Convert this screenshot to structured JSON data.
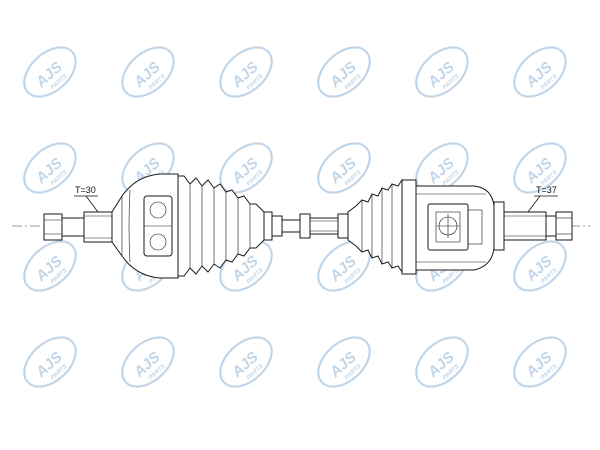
{
  "watermark": {
    "brand": "AJS",
    "suffix": "PARTS",
    "color": "#8fb4d8"
  },
  "callouts": {
    "left_teeth": "T=30",
    "right_teeth": "T=37"
  }
}
